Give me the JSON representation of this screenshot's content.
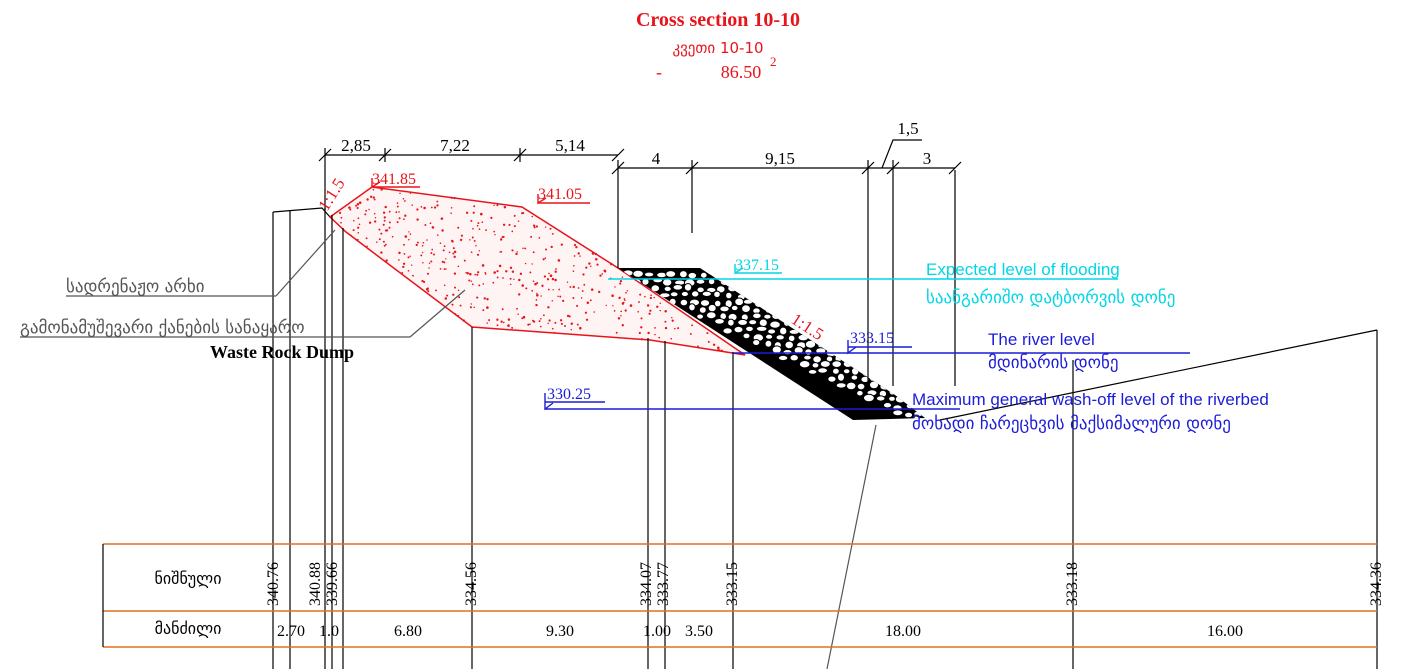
{
  "header": {
    "title": "Cross section 10-10",
    "subtitle": "კვეთი 10-10",
    "area_prefix": "-",
    "area_value": "86.50",
    "area_exp": "2"
  },
  "dimensions": {
    "top": [
      "2,85",
      "7,22",
      "5,14",
      "4",
      "9,15",
      "3"
    ],
    "upper": "1,5"
  },
  "slopes": [
    "1:1.5",
    "1:1.5"
  ],
  "elevations": {
    "crest_left": "341.85",
    "crest_right": "341.05",
    "flood": "337.15",
    "river": "333.15",
    "washoff": "330.25"
  },
  "legend": {
    "flood_en": "Expected level of flooding",
    "flood_ka": "საანგარიშო დატბორვის დონე",
    "river_en": "The river level",
    "river_ka": "მდინარის დონე",
    "washoff_en": "Maximum general wash-off level of the riverbed",
    "washoff_ka": "მოხადი ჩარეცხვის მაქსიმალური დონე"
  },
  "callouts": {
    "drainage": "სადრენაჟო არხი",
    "dump_ka": "გამონამუშევარი ქანების სანაყარო",
    "dump_en": "Waste Rock Dump"
  },
  "table": {
    "row1_label": "ნიშნული",
    "row2_label": "მანძილი",
    "marks": [
      "340.76",
      "340.88",
      "339.66",
      "334.56",
      "334.07",
      "333.77",
      "333.15",
      "333.18",
      "334.36"
    ],
    "distances": [
      "2.70",
      "1.0",
      "6.80",
      "9.30",
      "1.00",
      "3.50",
      "18.00",
      "16.00"
    ]
  },
  "colors": {
    "dump": "#e8141b",
    "flood": "#00d6e6",
    "river": "#1c1cd8",
    "table_border": "#e07020"
  }
}
